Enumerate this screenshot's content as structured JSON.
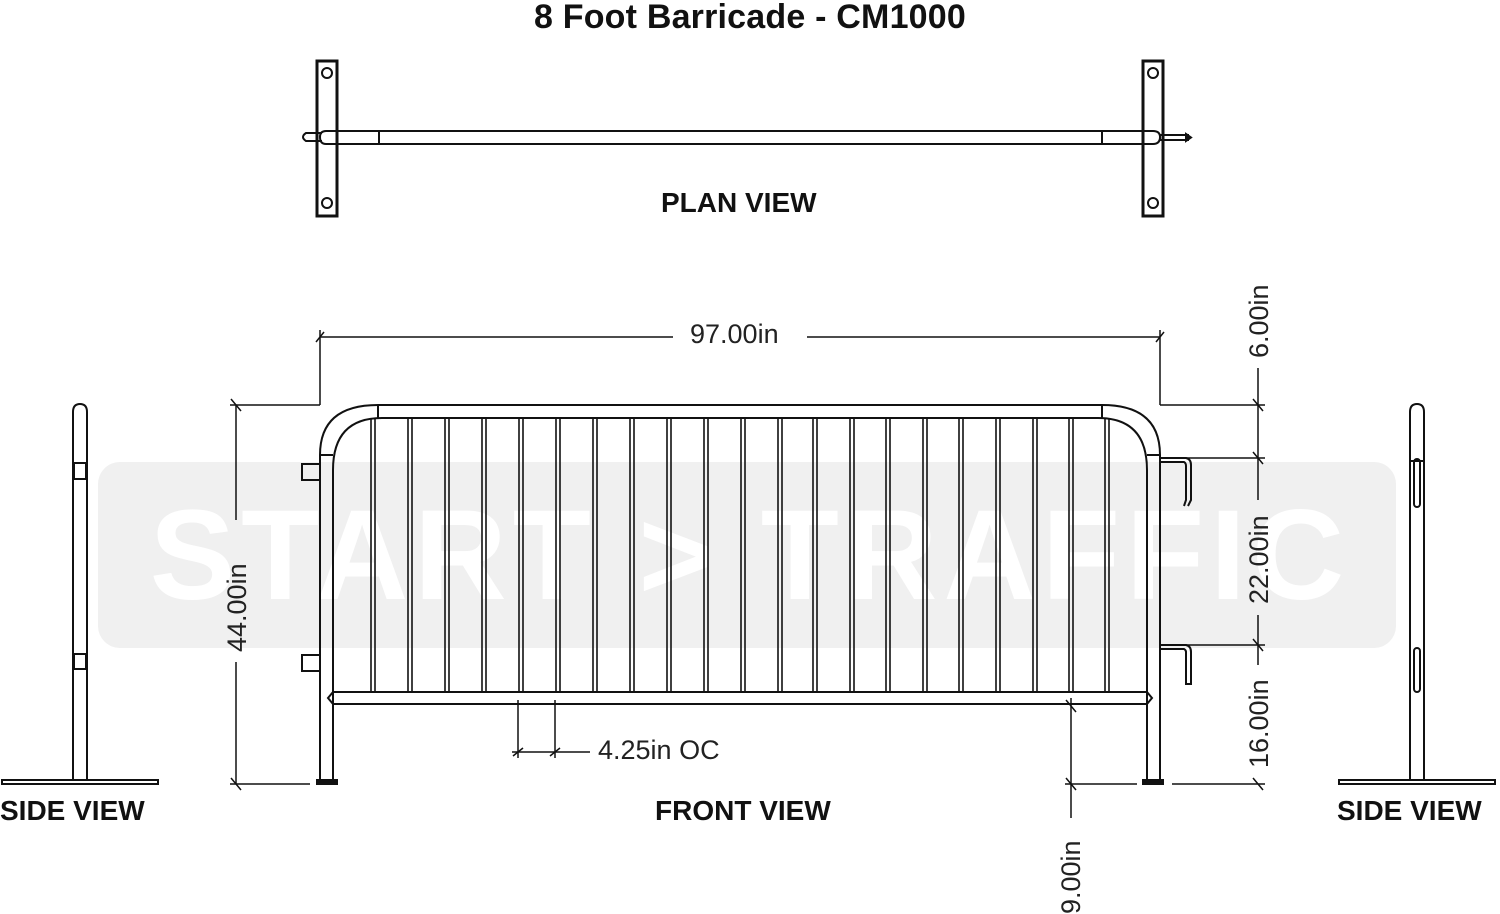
{
  "diagram": {
    "title": "8 Foot Barricade - CM1000",
    "views": {
      "plan": "PLAN VIEW",
      "front": "FRONT VIEW",
      "side_left": "SIDE VIEW",
      "side_right": "SIDE VIEW"
    },
    "dimensions": {
      "width": "97.00in",
      "height": "44.00in",
      "top_to_hook": "6.00in",
      "hook_spacing": "22.00in",
      "hook_to_ground": "16.00in",
      "rail_clearance": "9.00in",
      "bar_spacing": "4.25in OC"
    },
    "watermark": "START > TRAFFIC",
    "colors": {
      "line": "#111111",
      "watermark_bg": "#f0f0f0",
      "watermark_text": "#ffffff"
    }
  }
}
